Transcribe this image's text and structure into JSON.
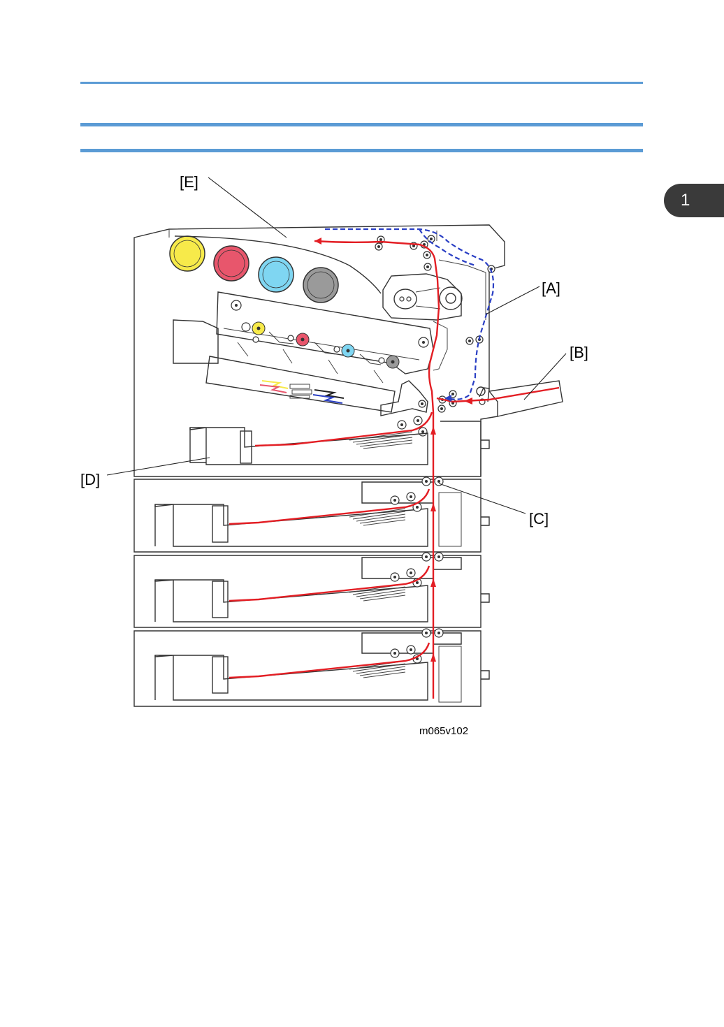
{
  "chapter_tab": {
    "number": "1"
  },
  "figure": {
    "labels": {
      "a": "[A]",
      "b": "[B]",
      "c": "[C]",
      "d": "[D]",
      "e": "[E]"
    },
    "caption": "m065v102"
  },
  "colors": {
    "rule": "#5b9bd5",
    "tab": "#3a3a3a",
    "paper_path": "#e31e24",
    "duplex_path": "#2a3fc4",
    "toner_yellow": "#f7ea4a",
    "toner_magenta": "#e8566c",
    "toner_cyan": "#7fd6f2",
    "toner_black": "#9a9a9a"
  }
}
